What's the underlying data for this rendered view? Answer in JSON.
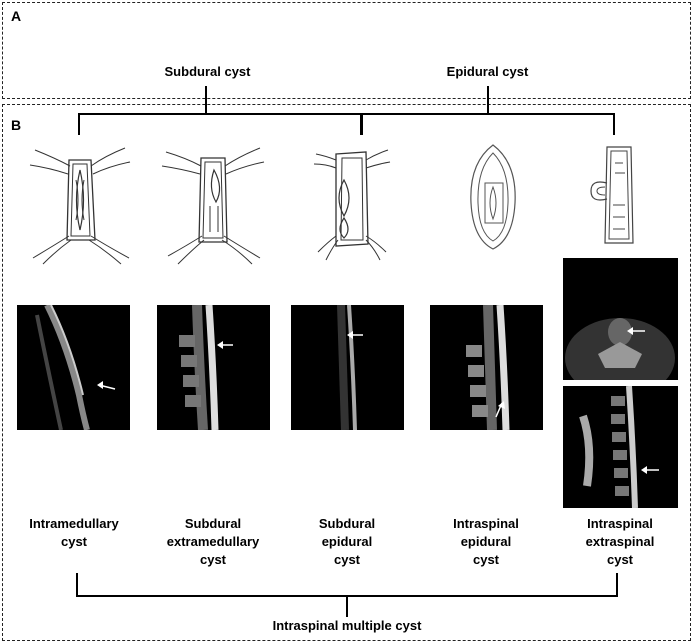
{
  "panels": {
    "a": "A",
    "b": "B"
  },
  "groups": {
    "subdural": "Subdural cyst",
    "epidural": "Epidural cyst"
  },
  "categories": [
    {
      "line1": "Intramedullary",
      "line2": "cyst"
    },
    {
      "line1": "Subdural",
      "line2": "extramedullary",
      "line3": "cyst"
    },
    {
      "line1": "Subdural",
      "line2": "epidural",
      "line3": "cyst"
    },
    {
      "line1": "Intraspinal",
      "line2": "epidural",
      "line3": "cyst"
    },
    {
      "line1": "Intraspinal",
      "line2": "extraspinal",
      "line3": "cyst"
    }
  ],
  "bottom_label": "Intraspinal multiple cyst",
  "colors": {
    "line": "#000000",
    "mri_bg": "#000000",
    "arrow": "#ffffff"
  }
}
